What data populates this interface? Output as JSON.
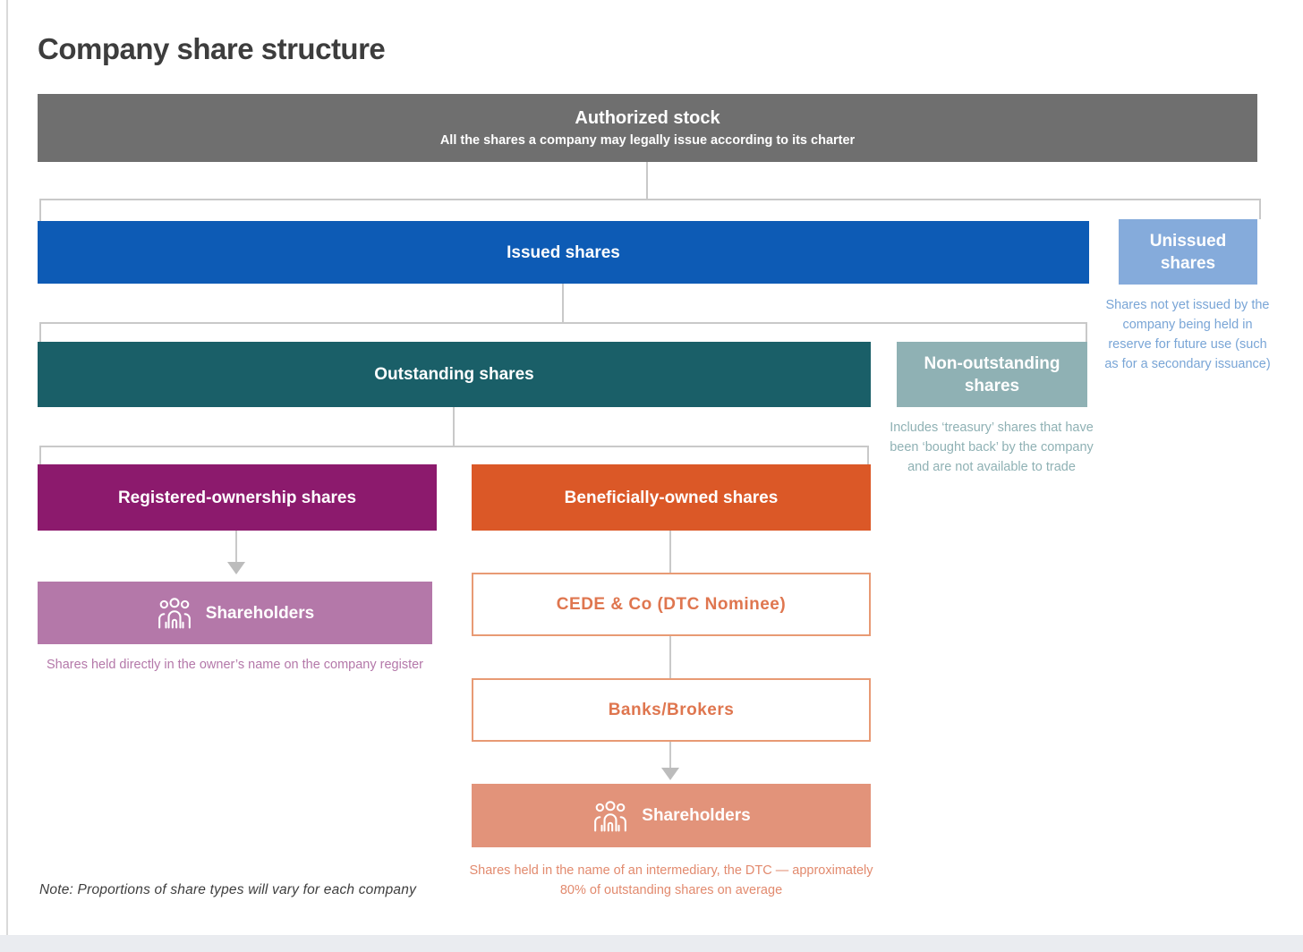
{
  "page": {
    "title": "Company share structure",
    "note": "Note: Proportions of share types will vary for each company"
  },
  "colors": {
    "authorized": "#6f6f6f",
    "issued": "#0d5bb5",
    "unissued": "#85abdb",
    "outstanding": "#1a5f68",
    "non_outstanding": "#8fb1b4",
    "registered": "#8c1a6d",
    "beneficial": "#db5827",
    "registered_shareholders": "#b478a9",
    "beneficial_shareholders": "#e2937a",
    "outline_box_accent": "#df764f",
    "connector": "#c9c9c9"
  },
  "nodes": {
    "authorized": {
      "title": "Authorized stock",
      "subtitle": "All the shares a company may legally issue according to its charter"
    },
    "issued": {
      "label": "Issued shares"
    },
    "unissued": {
      "label": "Unissued shares",
      "description": "Shares not yet issued by the company being held in reserve for future use (such as for a secondary issuance)"
    },
    "outstanding": {
      "label": "Outstanding shares"
    },
    "non_outstanding": {
      "label": "Non-outstanding shares",
      "description": "Includes ‘treasury’ shares that have been ‘bought back’ by the company and are not available to trade"
    },
    "registered": {
      "label": "Registered-ownership shares"
    },
    "beneficial": {
      "label": "Beneficially-owned shares"
    },
    "registered_shareholders": {
      "label": "Shareholders",
      "icon": "people-group-icon",
      "description": "Shares held directly in the owner’s name on the company register"
    },
    "cede": {
      "label": "CEDE & Co (DTC Nominee)"
    },
    "banks": {
      "label": "Banks/Brokers"
    },
    "beneficial_shareholders": {
      "label": "Shareholders",
      "icon": "people-group-icon",
      "description": "Shares held in the name of an intermediary, the DTC — approximately 80% of outstanding shares on average"
    }
  }
}
